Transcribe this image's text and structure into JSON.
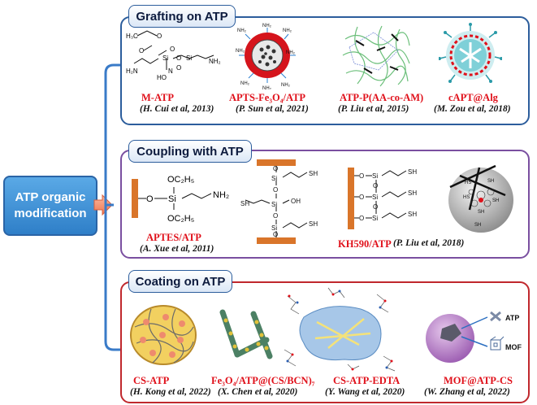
{
  "main_node": {
    "line1": "ATP organic",
    "line2": "modification"
  },
  "sections": [
    {
      "title": "Grafting on ATP",
      "items": [
        {
          "label": "M-ATP",
          "citation": "(H. Cui et al, 2013)"
        },
        {
          "label": "APTS-Fe₃O₄/ATP",
          "citation": "(P. Sun et al, 2021)"
        },
        {
          "label": "ATP-P(AA-co-AM)",
          "citation": "(P. Liu et al, 2015)"
        },
        {
          "label": "cAPT@Alg",
          "citation": "(M. Zou et al, 2018)"
        }
      ]
    },
    {
      "title": "Coupling with ATP",
      "items": [
        {
          "label": "APTES/ATP",
          "citation": "(A. Xue et al, 2011)"
        },
        {
          "label": "KH590/ATP",
          "citation": "(P. Liu et al, 2018)"
        }
      ]
    },
    {
      "title": "Coating on ATP",
      "items": [
        {
          "label": "CS-ATP",
          "citation": "(H. Kong et al, 2022)"
        },
        {
          "label": "Fe₃O₄/ATP@(CS/BCN)₇",
          "citation": "(X. Chen et al, 2020)"
        },
        {
          "label": "CS-ATP-EDTA",
          "citation": "(Y. Wang et al, 2020)"
        },
        {
          "label": "MOF@ATP-CS",
          "citation": "(W. Zhang et al, 2022)"
        }
      ]
    }
  ],
  "structure_labels": {
    "mof_legend_atp": "ATP",
    "mof_legend_mof": "MOF",
    "aptes_top": "OC₂H₅",
    "aptes_bottom": "OC₂H₅",
    "aptes_nh2": "NH₂",
    "si": "Si",
    "o": "O",
    "sh": "SH",
    "oh": "OH",
    "nh2": "NH₂",
    "ho": "HO"
  },
  "colors": {
    "grafting_border": "#2c5d9c",
    "coupling_border": "#7a4fa0",
    "coating_border": "#c0282d",
    "label_red": "#e0101a",
    "bracket": "#3a7bc8",
    "arrow": "#f28b6b"
  }
}
